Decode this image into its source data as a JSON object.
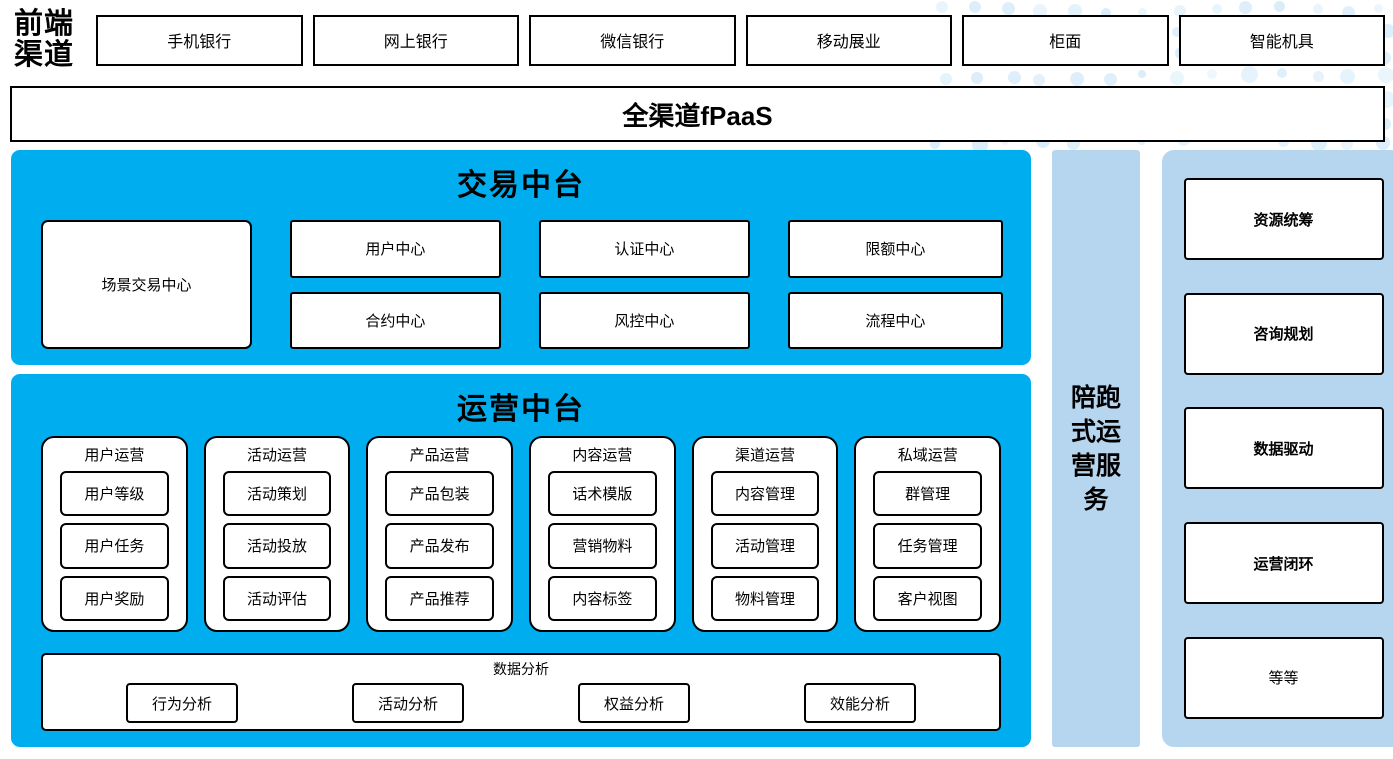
{
  "front_channel": {
    "label": "前端\n渠道",
    "label_line1": "前端",
    "label_line2": "渠道",
    "channels": [
      {
        "name": "手机银行"
      },
      {
        "name": "网上银行"
      },
      {
        "name": "微信银行"
      },
      {
        "name": "移动展业"
      },
      {
        "name": "柜面"
      },
      {
        "name": "智能机具"
      }
    ]
  },
  "platform_bar": {
    "title": "全渠道fPaaS"
  },
  "trade_center": {
    "title": "交易中台",
    "modules": [
      {
        "name": "用户中心"
      },
      {
        "name": "认证中心"
      },
      {
        "name": "限额中心"
      },
      {
        "name": "合约中心"
      },
      {
        "name": "风控中心"
      },
      {
        "name": "流程中心"
      }
    ],
    "scene_module": {
      "name": "场景交易中心"
    }
  },
  "operation_center": {
    "title": "运营中台",
    "columns": [
      {
        "title": "用户运营",
        "items": [
          "用户等级",
          "用户任务",
          "用户奖励"
        ]
      },
      {
        "title": "活动运营",
        "items": [
          "活动策划",
          "活动投放",
          "活动评估"
        ]
      },
      {
        "title": "产品运营",
        "items": [
          "产品包装",
          "产品发布",
          "产品推荐"
        ]
      },
      {
        "title": "内容运营",
        "items": [
          "话术模版",
          "营销物料",
          "内容标签"
        ]
      },
      {
        "title": "渠道运营",
        "items": [
          "内容管理",
          "活动管理",
          "物料管理"
        ]
      },
      {
        "title": "私域运营",
        "items": [
          "群管理",
          "任务管理",
          "客户视图"
        ]
      }
    ],
    "analysis": {
      "title": "数据分析",
      "items": [
        "行为分析",
        "活动分析",
        "权益分析",
        "效能分析"
      ]
    }
  },
  "service_column": {
    "lines": [
      "陪跑",
      "式运",
      "营服",
      "务"
    ],
    "full_text": "陪跑式运营服务"
  },
  "right_column": {
    "cards": [
      {
        "label": "资源统筹",
        "bold": true
      },
      {
        "label": "咨询规划",
        "bold": true
      },
      {
        "label": "数据驱动",
        "bold": true
      },
      {
        "label": "运营闭环",
        "bold": true
      },
      {
        "label": "等等",
        "bold": false
      }
    ]
  },
  "colors": {
    "primary_blue": "#00adee",
    "light_blue": "#b6d5ee",
    "dot_blue": "#d9edfa",
    "border": "#000000",
    "background": "#ffffff"
  }
}
